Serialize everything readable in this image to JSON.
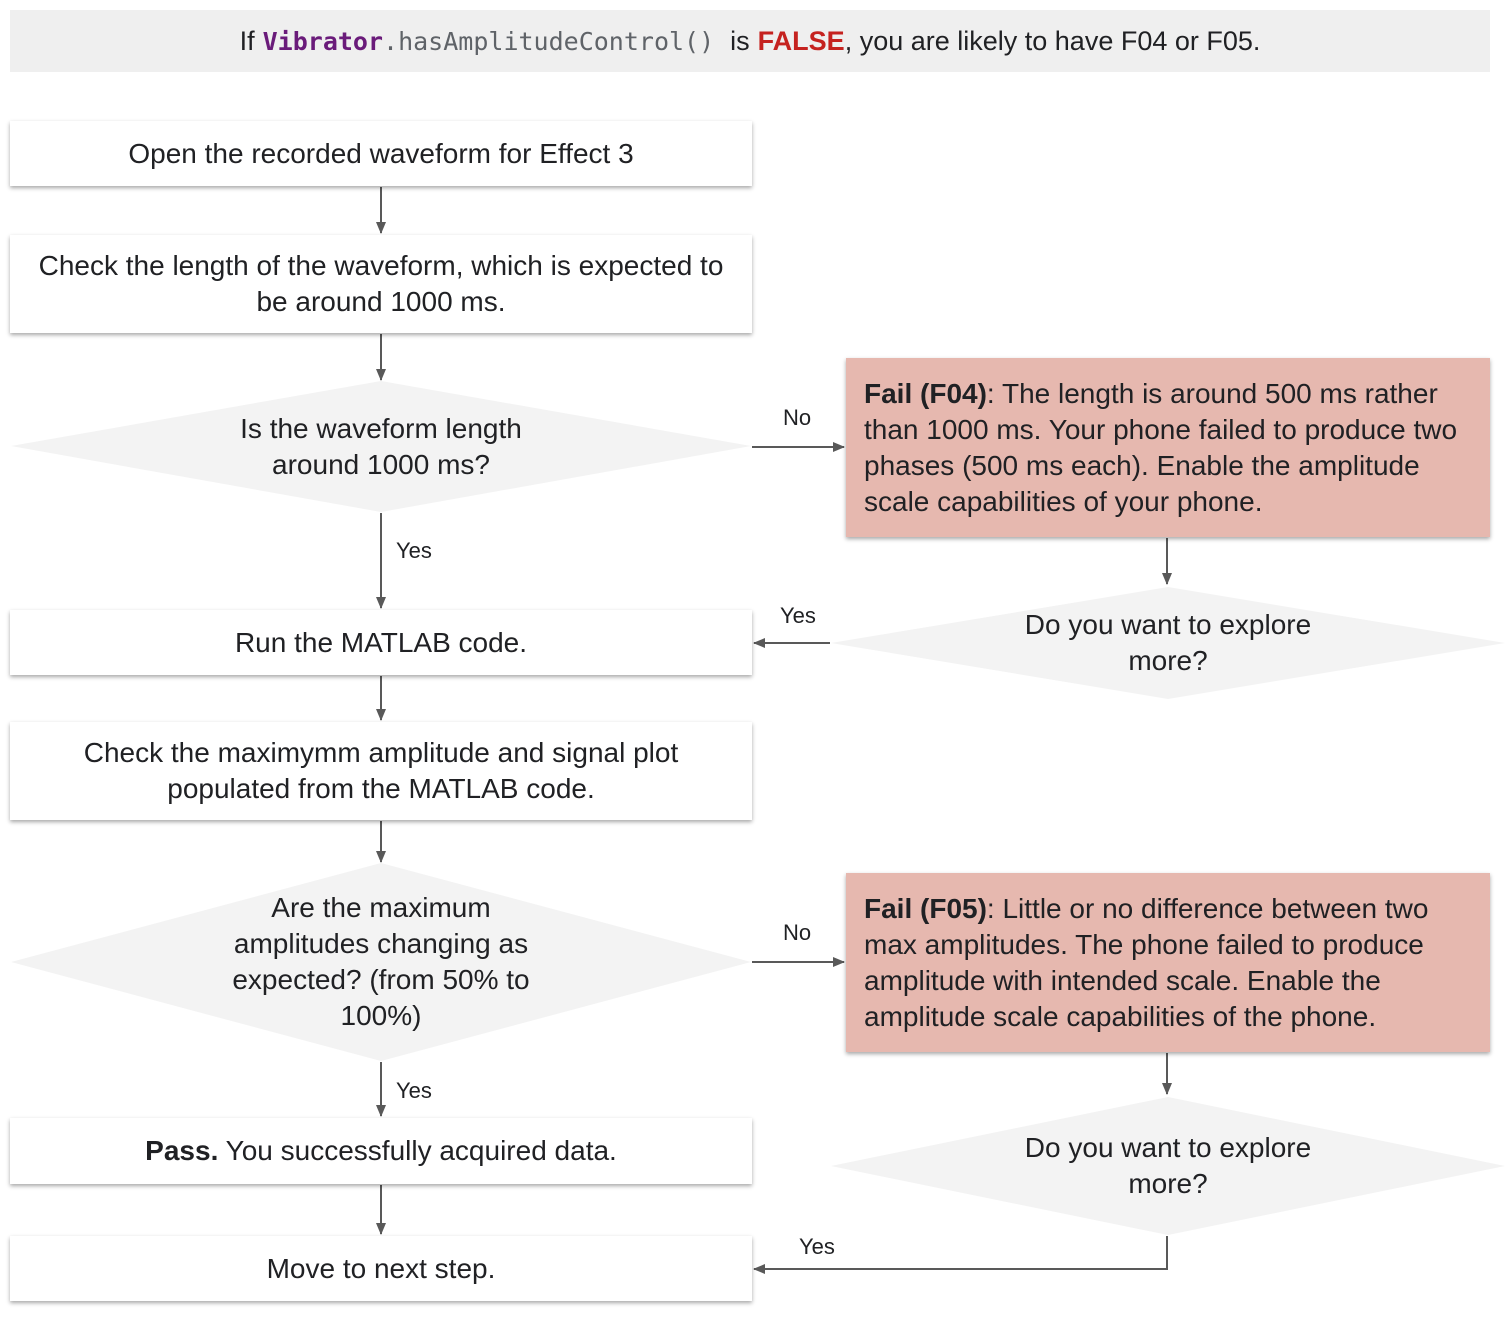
{
  "banner": {
    "prefix": "If",
    "class_name": "Vibrator",
    "method": ".hasAmplitudeControl()",
    "is_word": "is",
    "value": "FALSE",
    "suffix": ", you are likely to have F04 or F05."
  },
  "steps": {
    "open_waveform": "Open the recorded waveform for Effect 3",
    "check_length": "Check the length of the waveform, which is expected to be around 1000 ms.",
    "decision_length": "Is the waveform length around 1000 ms?",
    "run_matlab": "Run the MATLAB code.",
    "check_amplitude": "Check the maximymm amplitude and signal plot populated from the MATLAB code.",
    "decision_amplitude": "Are the maximum amplitudes changing as expected? (from 50% to 100%)",
    "pass_bold": "Pass.",
    "pass_text": " You successfully acquired data.",
    "next_step": "Move to next step."
  },
  "fail_f04": {
    "bold": "Fail (F04)",
    "text": ": The length is around 500 ms rather than 1000 ms. Your phone failed to produce two phases (500 ms each). Enable the amplitude scale capabilities of your phone."
  },
  "fail_f05": {
    "bold": "Fail (F05)",
    "text": ": Little or no difference between two max amplitudes. The phone failed to produce amplitude with intended scale. Enable the amplitude scale capabilities of the phone."
  },
  "explore_1": "Do you want to explore more?",
  "explore_2": "Do you want to explore more?",
  "labels": {
    "no_1": "No",
    "yes_1": "Yes",
    "yes_explore_1": "Yes",
    "no_2": "No",
    "yes_2": "Yes",
    "yes_explore_2": "Yes"
  },
  "colors": {
    "fail_fill": "#e6b8af",
    "diamond_fill": "#f3f3f3",
    "banner_fill": "#efefef",
    "class_color": "#6a1b7a",
    "false_color": "#c5221f",
    "connector": "#595959"
  }
}
